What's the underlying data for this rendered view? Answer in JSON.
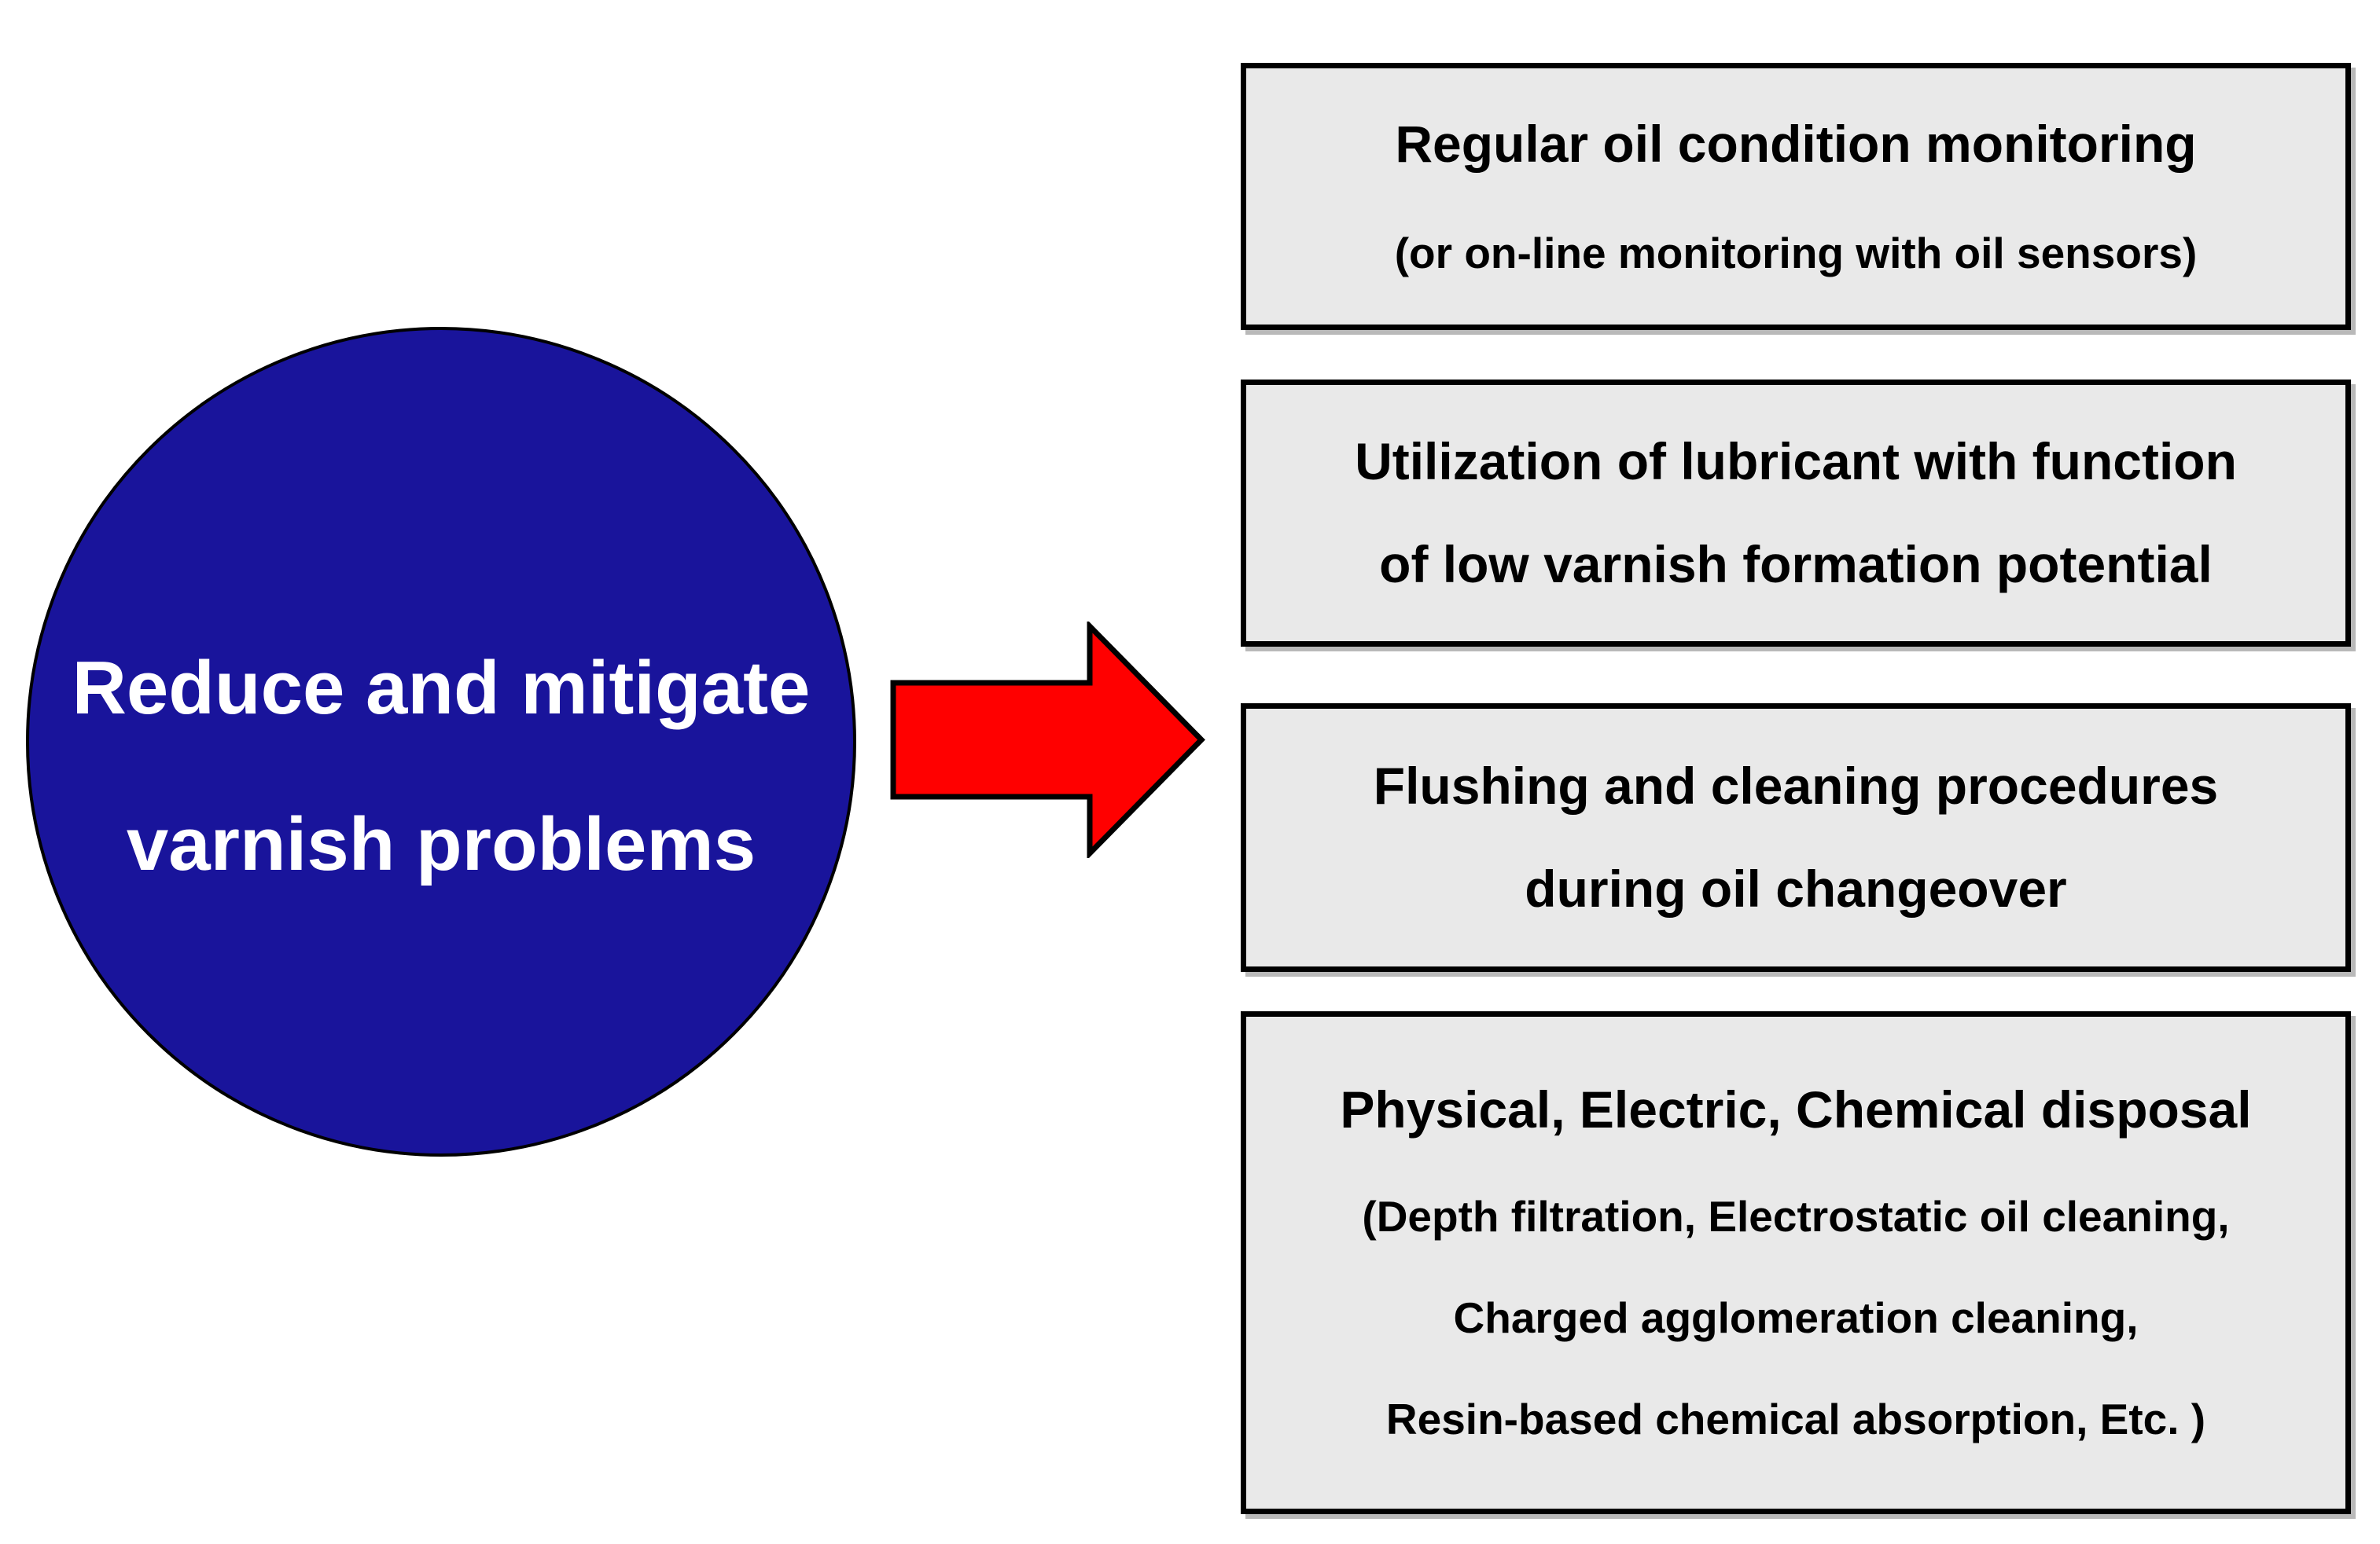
{
  "colors": {
    "circle_fill": "#19149B",
    "circle_text": "#FFFFFF",
    "arrow_fill": "#FF0000",
    "arrow_outline": "#000000",
    "box_fill": "#E9E9E9",
    "box_border": "#000000",
    "text": "#000000",
    "bg": "#FFFFFF"
  },
  "circle": {
    "lines": [
      "Reduce and mitigate",
      "varnish problems"
    ]
  },
  "arrow": {
    "icon": "right-arrow-icon",
    "meaning": "leads to"
  },
  "boxes": [
    {
      "lines": [
        "Regular oil condition monitoring",
        "(or on-line monitoring with oil sensors)"
      ]
    },
    {
      "lines": [
        "Utilization of lubricant with function",
        "of low varnish formation potential"
      ]
    },
    {
      "lines": [
        "Flushing and cleaning procedures",
        "during oil changeover"
      ]
    },
    {
      "lines": [
        "Physical, Electric, Chemical disposal",
        "(Depth filtration, Electrostatic oil cleaning,",
        "Charged agglomeration cleaning,",
        "Resin-based chemical absorption, Etc. )"
      ]
    }
  ]
}
